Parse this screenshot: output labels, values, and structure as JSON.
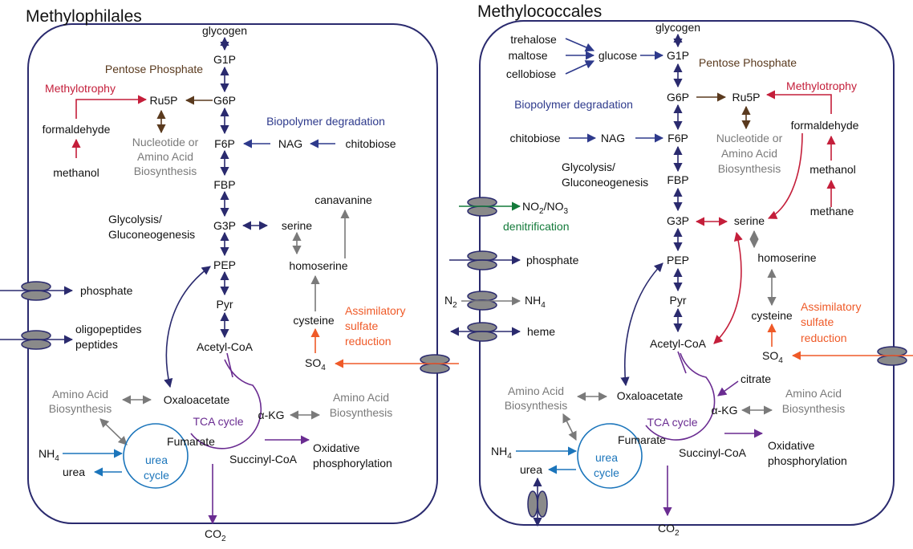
{
  "colors": {
    "cell_outline": "#2a2a6e",
    "metabolite": "#111111",
    "biopolymer": "#2e3a8c",
    "pentose": "#5a3a1e",
    "methylotrophy": "#c41e3a",
    "grey_text": "#7a7a7a",
    "tca": "#6a2c91",
    "urea": "#1b75bb",
    "sulfate": "#ef5a28",
    "denitrification": "#137a3a",
    "transporter": "#8a8a8a"
  },
  "left": {
    "title": "Methylophilales",
    "glycogen": "glycogen",
    "g1p": "G1P",
    "pentose_phosphate": "Pentose Phosphate",
    "methylotrophy": "Methylotrophy",
    "ru5p": "Ru5P",
    "g6p": "G6P",
    "formaldehyde": "formaldehyde",
    "methanol": "methanol",
    "nucleotide_1": "Nucleotide or",
    "nucleotide_2": "Amino Acid",
    "nucleotide_3": "Biosynthesis",
    "biopolymer_degradation": "Biopolymer degradation",
    "f6p": "F6P",
    "nag": "NAG",
    "chitobiose": "chitobiose",
    "fbp": "FBP",
    "canavanine": "canavanine",
    "glycolysis_1": "Glycolysis/",
    "glycolysis_2": "Gluconeogenesis",
    "g3p": "G3P",
    "serine": "serine",
    "pep": "PEP",
    "homoserine": "homoserine",
    "phosphate": "phosphate",
    "pyr": "Pyr",
    "cysteine": "cysteine",
    "assimilatory_1": "Assimilatory",
    "assimilatory_2": "sulfate",
    "assimilatory_3": "reduction",
    "oligopeptides": "oligopeptides",
    "peptides": "peptides",
    "acetyl_coa": "Acetyl-CoA",
    "so4": "SO",
    "so4_sub": "4",
    "aa_bio_left_1": "Amino Acid",
    "aa_bio_left_2": "Biosynthesis",
    "oxaloacetate": "Oxaloacetate",
    "aa_bio_right_1": "Amino Acid",
    "aa_bio_right_2": "Biosynthesis",
    "tca_cycle": "TCA cycle",
    "akg": "α-KG",
    "fumarate": "Fumarate",
    "nh4": "NH",
    "nh4_sub": "4",
    "urea": "urea",
    "urea_cycle_1": "urea",
    "urea_cycle_2": "cycle",
    "succinyl_coa": "Succinyl-CoA",
    "oxidative_1": "Oxidative",
    "oxidative_2": "phosphorylation",
    "co2": "CO",
    "co2_sub": "2"
  },
  "right": {
    "title": "Methylococcales",
    "glycogen": "glycogen",
    "trehalose": "trehalose",
    "maltose": "maltose",
    "glucose": "glucose",
    "g1p": "G1P",
    "pentose_phosphate": "Pentose Phosphate",
    "cellobiose": "cellobiose",
    "methylotrophy": "Methylotrophy",
    "biopolymer_degradation": "Biopolymer degradation",
    "g6p": "G6P",
    "ru5p": "Ru5P",
    "formaldehyde": "formaldehyde",
    "chitobiose": "chitobiose",
    "nag": "NAG",
    "f6p": "F6P",
    "nucleotide_1": "Nucleotide or",
    "nucleotide_2": "Amino Acid",
    "nucleotide_3": "Biosynthesis",
    "glycolysis_1": "Glycolysis/",
    "glycolysis_2": "Gluconeogenesis",
    "fbp": "FBP",
    "methanol": "methanol",
    "no2_a": "NO",
    "no2_sub": "2",
    "no3_a": "/NO",
    "no3_sub": "3",
    "denitrification": "denitrification",
    "methane": "methane",
    "g3p": "G3P",
    "serine": "serine",
    "phosphate": "phosphate",
    "pep": "PEP",
    "homoserine": "homoserine",
    "n2": "N",
    "n2_sub": "2",
    "nh4_transport": "NH",
    "nh4_transport_sub": "4",
    "pyr": "Pyr",
    "assimilatory_1": "Assimilatory",
    "cysteine": "cysteine",
    "assimilatory_2": "sulfate",
    "heme": "heme",
    "acetyl_coa": "Acetyl-CoA",
    "so4": "SO",
    "so4_sub": "4",
    "assimilatory_3": "reduction",
    "citrate": "citrate",
    "aa_bio_left_1": "Amino Acid",
    "aa_bio_left_2": "Biosynthesis",
    "oxaloacetate": "Oxaloacetate",
    "aa_bio_right_1": "Amino Acid",
    "aa_bio_right_2": "Biosynthesis",
    "tca_cycle": "TCA cycle",
    "akg": "α-KG",
    "fumarate": "Fumarate",
    "nh4": "NH",
    "nh4_sub": "4",
    "urea_cycle_1": "urea",
    "urea_cycle_2": "cycle",
    "oxidative_1": "Oxidative",
    "oxidative_2": "phosphorylation",
    "succinyl_coa": "Succinyl-CoA",
    "urea": "urea",
    "co2": "CO",
    "co2_sub": "2"
  }
}
